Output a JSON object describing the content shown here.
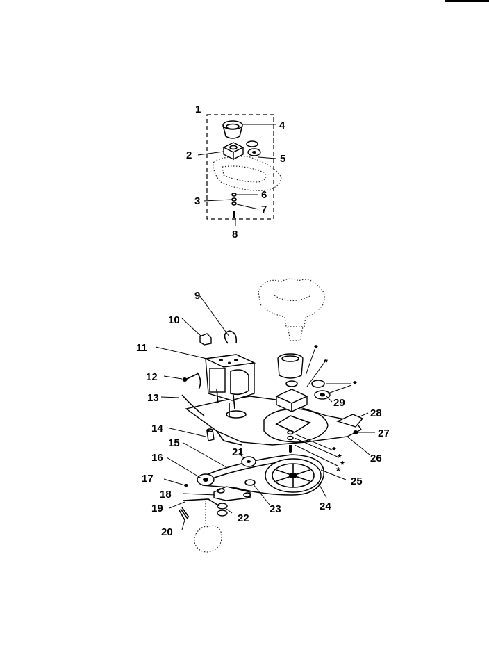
{
  "diagram": {
    "callouts": {
      "c1": "1",
      "c2": "2",
      "c3": "3",
      "c4": "4",
      "c5": "5",
      "c6": "6",
      "c7": "7",
      "c8": "8",
      "c9": "9",
      "c10": "10",
      "c11": "11",
      "c12": "12",
      "c13": "13",
      "c14": "14",
      "c15": "15",
      "c16": "16",
      "c17": "17",
      "c18": "18",
      "c19": "19",
      "c20": "20",
      "c21": "21",
      "c22": "22",
      "c23": "23",
      "c24": "24",
      "c25": "25",
      "c26": "26",
      "c27": "27",
      "c28": "28",
      "c29": "29"
    },
    "asterisks": [
      "*",
      "*",
      "*",
      "*",
      "*",
      "*",
      "*"
    ]
  }
}
